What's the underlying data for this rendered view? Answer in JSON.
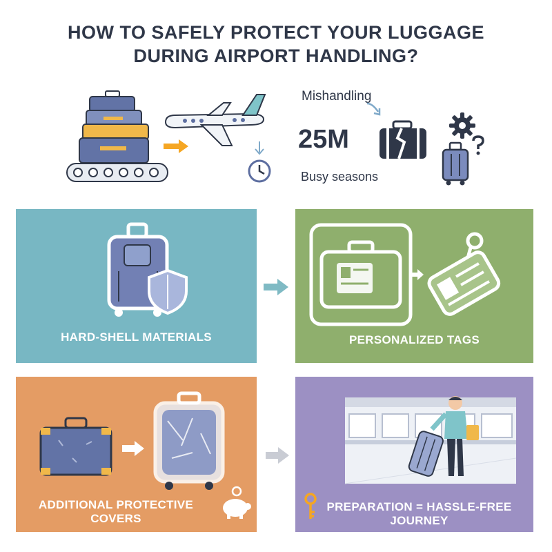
{
  "header": {
    "title_line1": "HOW TO SAFELY PROTECT YOUR LUGGAGE",
    "title_line2": "DURING AIRPORT HANDLING?"
  },
  "stats": {
    "mishandling_label": "Mishandling",
    "count": "25M",
    "busy_label": "Busy seasons"
  },
  "panels": [
    {
      "label": "HARD-SHELL MATERIALS",
      "color": "#78b7c3"
    },
    {
      "label": "PERSONALIZED TAGS",
      "color": "#8faf6d"
    },
    {
      "label": "ADDITIONAL PROTECTIVE COVERS",
      "color": "#e49c64"
    },
    {
      "label": "PREPARATION = HASSLE-FREE JOURNEY",
      "color": "#9c90c3"
    }
  ],
  "icons": [
    "luggage-stack-icon",
    "conveyor-icon",
    "arrow-right-icon",
    "airplane-icon",
    "clock-icon",
    "arrow-down-icon",
    "broken-suitcase-icon",
    "gear-icon",
    "question-icon",
    "trolley-suitcase-icon",
    "shield-icon",
    "name-tag-icon",
    "piggy-bank-icon",
    "key-icon",
    "traveler-icon"
  ],
  "colors": {
    "title": "#2f3748",
    "accent_orange": "#f5a623",
    "suitcase_blue": "#5d6ea0"
  }
}
